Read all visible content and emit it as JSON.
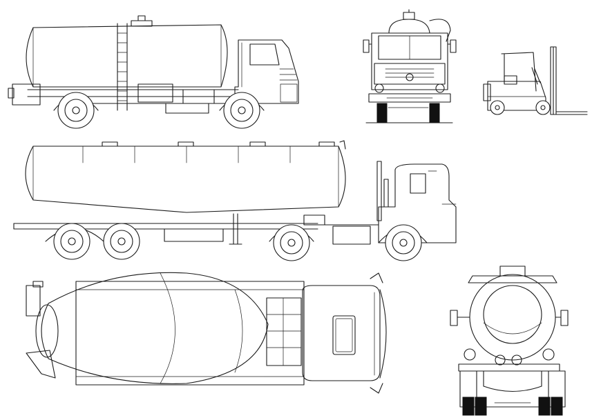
{
  "drawing": {
    "background": "#ffffff",
    "line_color": "#1a1a1a",
    "views": [
      {
        "name": "tanker-truck-side-view"
      },
      {
        "name": "tanker-truck-front-view"
      },
      {
        "name": "forklift-side-view"
      },
      {
        "name": "bulk-tanker-semi-trailer-side-view"
      },
      {
        "name": "concrete-mixer-truck-top-view"
      },
      {
        "name": "tanker-truck-rear-view"
      }
    ]
  }
}
